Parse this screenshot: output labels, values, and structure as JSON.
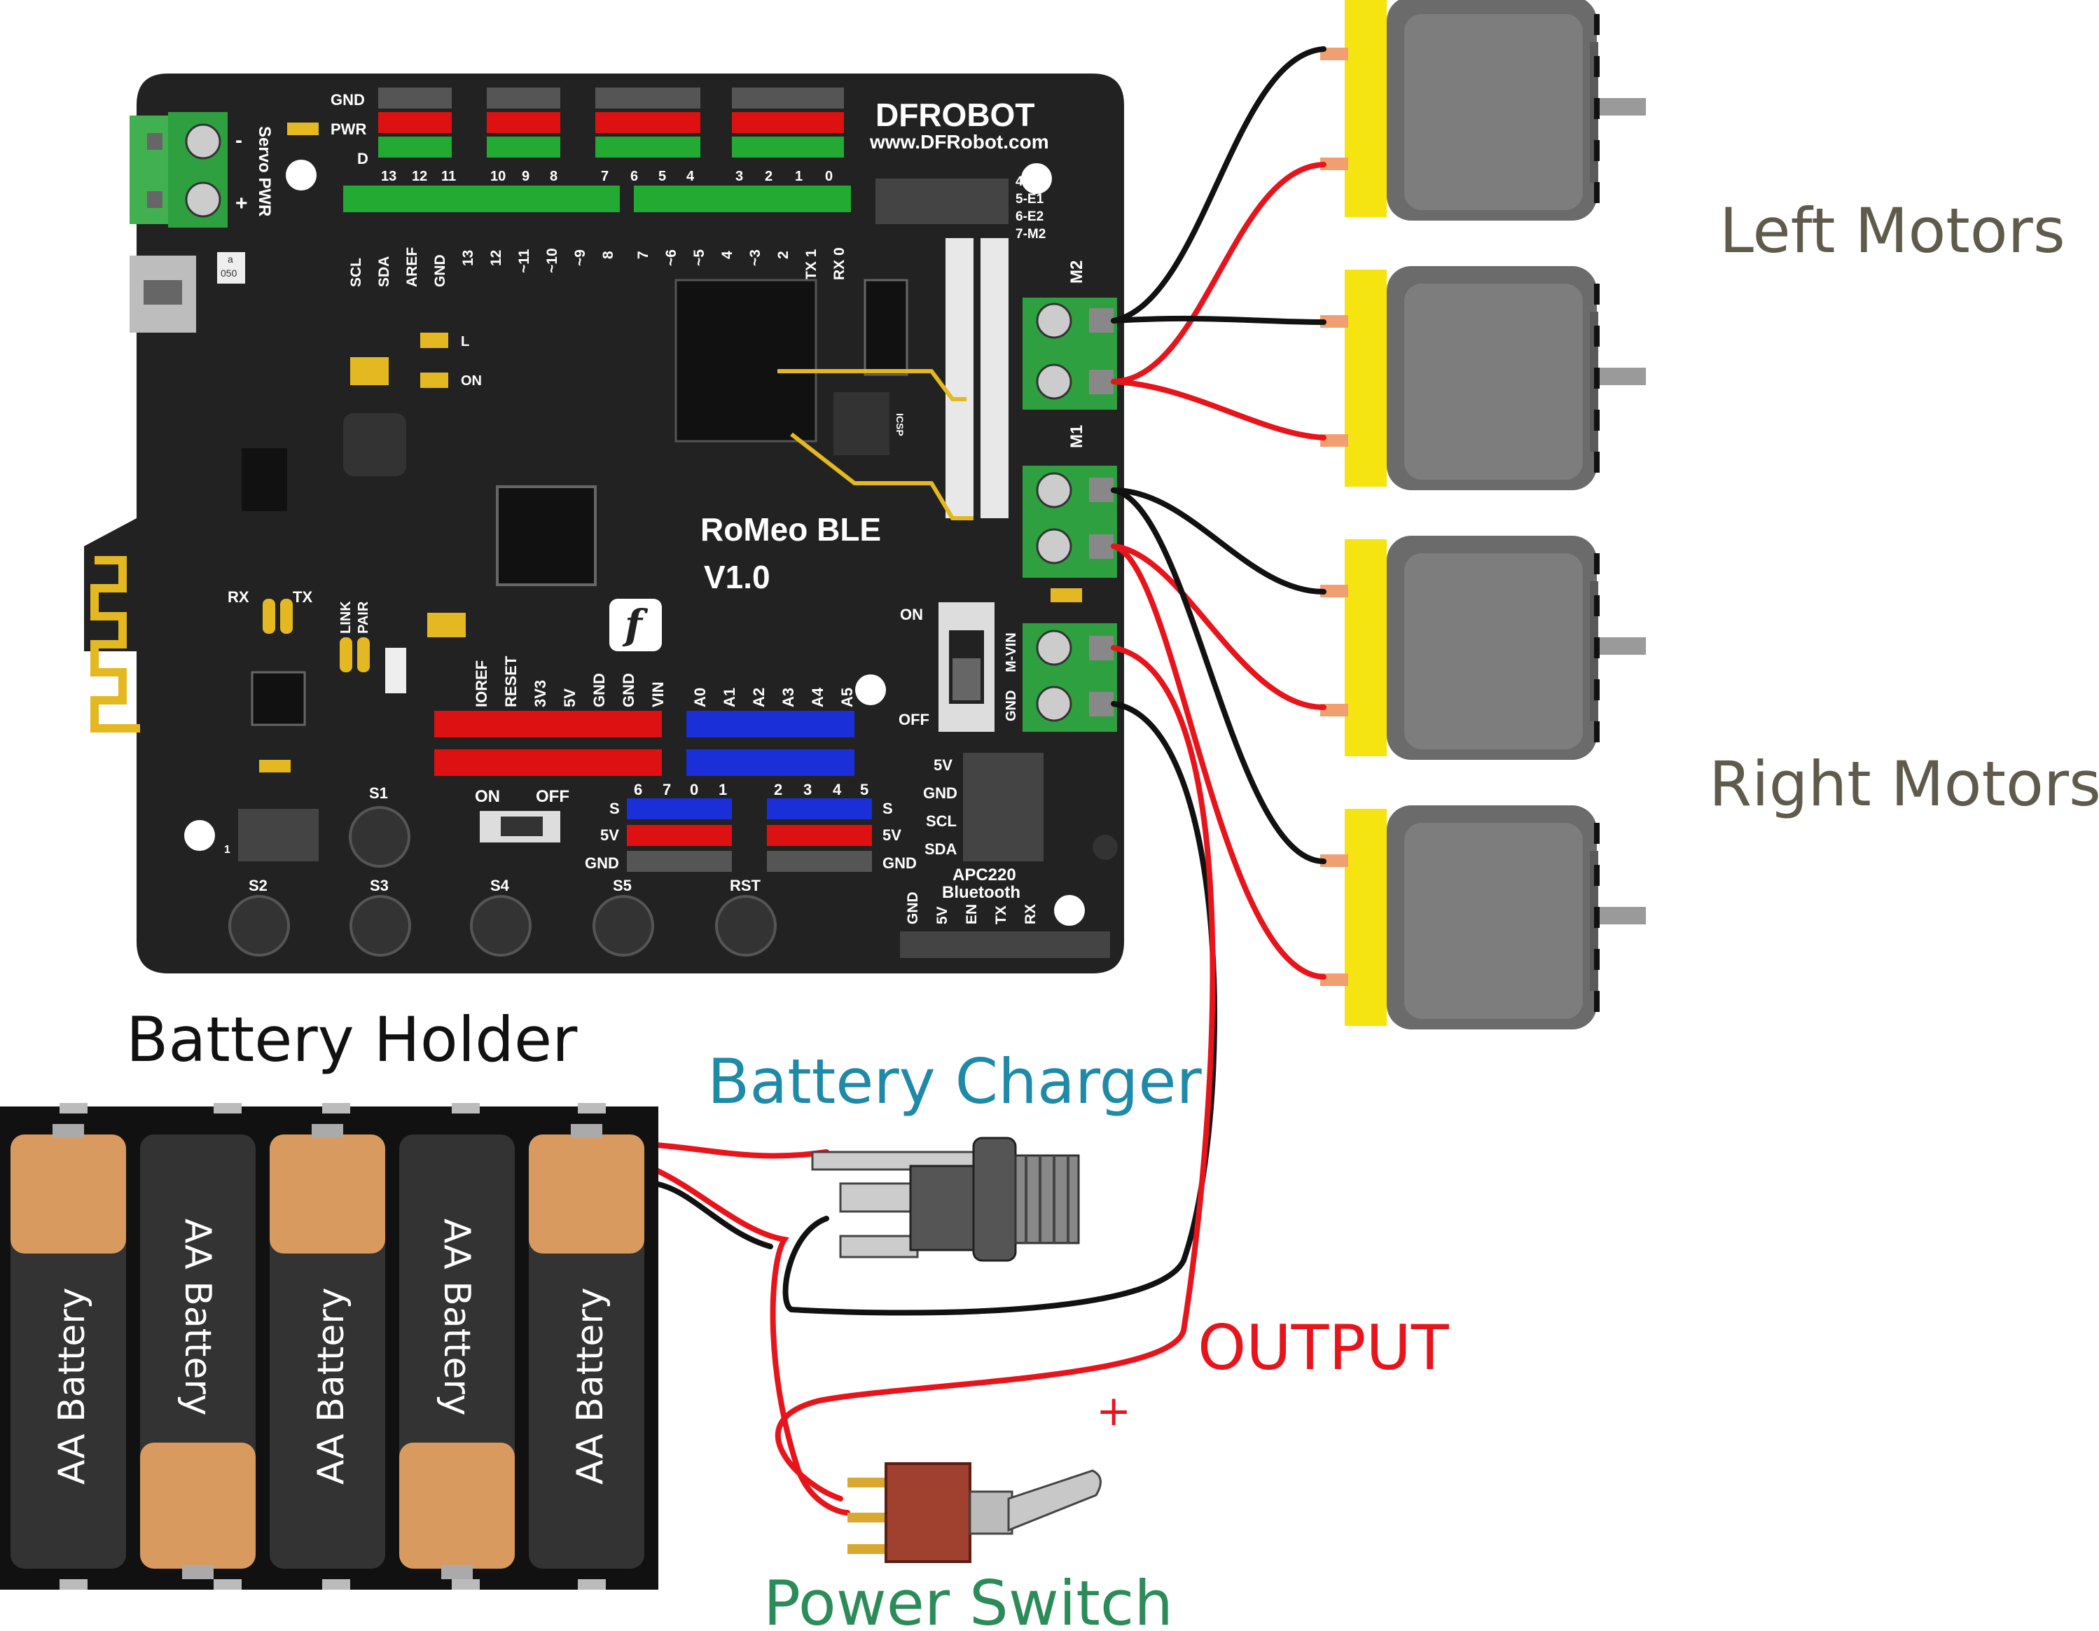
{
  "labels": {
    "left_motors": "Left Motors",
    "right_motors": "Right Motors",
    "battery_holder": "Battery Holder",
    "battery_charger": "Battery Charger",
    "power_switch": "Power Switch",
    "output": "OUTPUT",
    "minus": "-",
    "plus": "+"
  },
  "board": {
    "brand": "DFROBOT",
    "url": "www.DFRobot.com",
    "name": "RoMeo BLE",
    "version": "V1.0",
    "servo_pwr": "Servo PWR",
    "servo_minus": "-",
    "servo_plus": "+",
    "row_gnd": "GND",
    "row_pwr": "PWR",
    "row_d": "D",
    "digital_nums_a": [
      "13",
      "12",
      "11",
      "10",
      "9",
      "8"
    ],
    "digital_nums_b": [
      "7",
      "6",
      "5",
      "4",
      "3",
      "2",
      "1",
      "0"
    ],
    "header_top_left": [
      "SCL",
      "SDA",
      "AREF",
      "GND",
      "13",
      "12",
      "~11",
      "~10",
      "~9",
      "8"
    ],
    "header_top_right": [
      "7",
      "~6",
      "~5",
      "4",
      "~3",
      "2",
      "TX 1",
      "RX 0"
    ],
    "motor_jumpers": [
      "4-M1",
      "5-E1",
      "6-E2",
      "7-M2"
    ],
    "m2": "M2",
    "m1": "M1",
    "icsp": "ICSP",
    "led_l": "L",
    "led_on": "ON",
    "rx": "RX",
    "tx": "TX",
    "link": "LINK",
    "pair": "PAIR",
    "logo_f": "f",
    "switch_on": "ON",
    "switch_off": "OFF",
    "power_header": [
      "IOREF",
      "RESET",
      "3V3",
      "5V",
      "GND",
      "GND",
      "VIN"
    ],
    "analog_header": [
      "A0",
      "A1",
      "A2",
      "A3",
      "A4",
      "A5"
    ],
    "mvin": "M-VIN",
    "gnd": "GND",
    "servo_nums_a": [
      "6",
      "7",
      "0",
      "1"
    ],
    "servo_nums_b": [
      "2",
      "3",
      "4",
      "5"
    ],
    "s": "S",
    "v5": "5V",
    "apc": [
      "5V",
      "GND",
      "SCL",
      "SDA"
    ],
    "apc220": "APC220",
    "bluetooth": "Bluetooth",
    "bottom_header": [
      "GND",
      "5V",
      "EN",
      "TX",
      "RX"
    ],
    "small_switch_on": "ON",
    "small_switch_off": "OFF",
    "one": "1",
    "buttons": [
      "S1",
      "S2",
      "S3",
      "S4",
      "S5",
      "RST"
    ],
    "chip_a": "a",
    "chip_050": "050"
  },
  "batteries": [
    "AA Battery",
    "AA Battery",
    "AA Battery",
    "AA Battery",
    "AA Battery"
  ],
  "colors": {
    "wire_red": "#e8141c",
    "wire_black": "#111111",
    "motor_yellow": "#f5e410",
    "label_gray": "#5f5b4b",
    "label_blue": "#1e8aa8",
    "label_green": "#2b8c5a",
    "label_red": "#e8141c"
  }
}
